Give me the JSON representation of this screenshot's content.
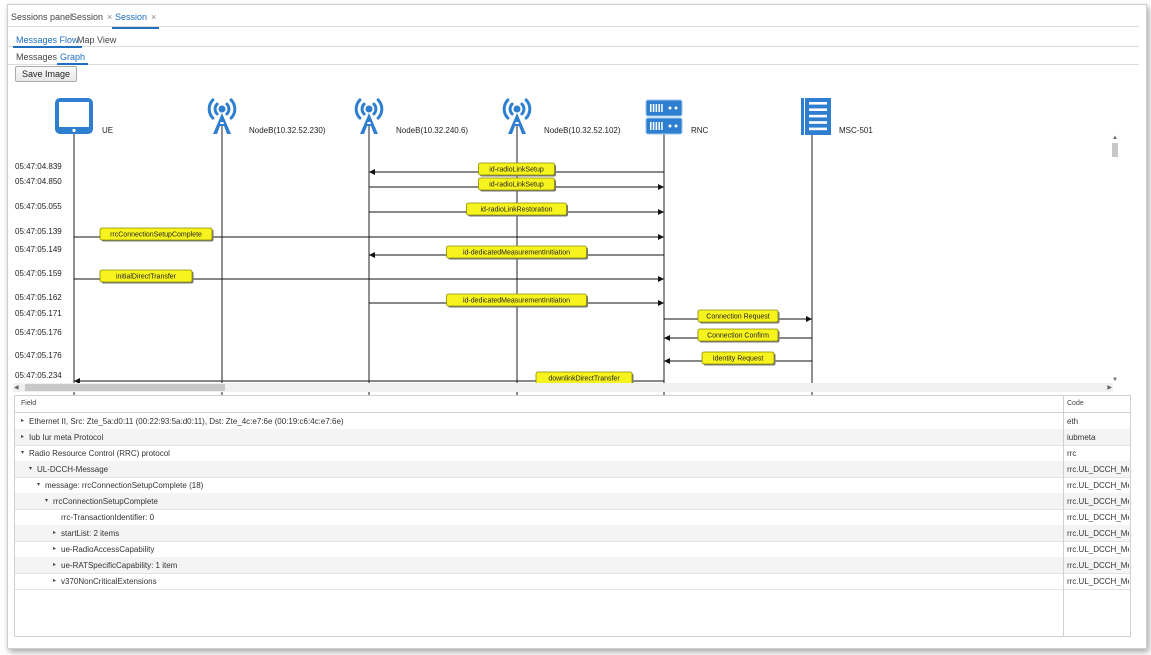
{
  "tabs": [
    {
      "label": "Sessions panel",
      "closable": false,
      "active": false
    },
    {
      "label": "Session",
      "closable": true,
      "active": false
    },
    {
      "label": "Session",
      "closable": true,
      "active": true
    }
  ],
  "close_glyph": "×",
  "view_tabs": [
    {
      "label": "Messages Flow",
      "active": true
    },
    {
      "label": "Map View",
      "active": false
    }
  ],
  "sub_tabs": [
    {
      "label": "Messages",
      "active": false
    },
    {
      "label": "Graph",
      "active": true
    }
  ],
  "toolbar": {
    "save_label": "Save Image"
  },
  "graph": {
    "colors": {
      "icon": "#2f7fd0",
      "label_fill": "#f7f31e",
      "label_stroke": "#8a8a00"
    },
    "entities": [
      {
        "name": "UE",
        "icon": "phone-icon"
      },
      {
        "name": "NodeB(10.32.52.230)",
        "icon": "antenna-icon"
      },
      {
        "name": "NodeB(10.32.240.6)",
        "icon": "antenna-icon"
      },
      {
        "name": "NodeB(10.32.52.102)",
        "icon": "antenna-icon"
      },
      {
        "name": "RNC",
        "icon": "server-icon"
      },
      {
        "name": "MSC-501",
        "icon": "rack-icon"
      }
    ],
    "messages": [
      {
        "time": "05:47:04.839",
        "label": "id-radioLinkSetup",
        "from": 4,
        "to": 2
      },
      {
        "time": "05:47:04.850",
        "label": "id-radioLinkSetup",
        "from": 2,
        "to": 4
      },
      {
        "time": "05:47:05.055",
        "label": "id-radioLinkRestoration",
        "from": 2,
        "to": 4
      },
      {
        "time": "05:47:05.139",
        "label": "rrcConnectionSetupComplete",
        "from": 0,
        "to": 4
      },
      {
        "time": "05:47:05.149",
        "label": "id-dedicatedMeasurementInitiation",
        "from": 4,
        "to": 2
      },
      {
        "time": "05:47:05.159",
        "label": "initialDirectTransfer",
        "from": 0,
        "to": 4
      },
      {
        "time": "05:47:05.162",
        "label": "id-dedicatedMeasurementInitiation",
        "from": 2,
        "to": 4
      },
      {
        "time": "05:47:05.171",
        "label": "Connection Request",
        "from": 4,
        "to": 5
      },
      {
        "time": "05:47:05.176",
        "label": "Connection Confirm",
        "from": 5,
        "to": 4
      },
      {
        "time": "05:47:05.176",
        "label": "Identity Request",
        "from": 5,
        "to": 4
      },
      {
        "time": "05:47:05.234",
        "label": "downlinkDirectTransfer",
        "from": 4,
        "to": 0
      }
    ]
  },
  "tree": {
    "headers": {
      "field": "Field",
      "code": "Code"
    },
    "rows": [
      {
        "caret": "▸",
        "level": 0,
        "field": "Ethernet II, Src: Zte_5a:d0:11 (00:22:93:5a:d0:11), Dst: Zte_4c:e7:6e (00:19:c6:4c:e7:6e)",
        "code": "eth"
      },
      {
        "caret": "▸",
        "level": 0,
        "field": "Iub Iur meta Protocol",
        "code": "iubmeta"
      },
      {
        "caret": "▾",
        "level": 0,
        "field": "Radio Resource Control (RRC) protocol",
        "code": "rrc"
      },
      {
        "caret": "▾",
        "level": 1,
        "field": "UL-DCCH-Message",
        "code": "rrc.UL_DCCH_Message"
      },
      {
        "caret": "▾",
        "level": 2,
        "field": "message: rrcConnectionSetupComplete (18)",
        "code": "rrc.UL_DCCH_Message"
      },
      {
        "caret": "▾",
        "level": 3,
        "field": "rrcConnectionSetupComplete",
        "code": "rrc.UL_DCCH_Message"
      },
      {
        "caret": "",
        "level": 4,
        "field": "rrc-TransactionIdentifier: 0",
        "code": "rrc.UL_DCCH_Message"
      },
      {
        "caret": "▸",
        "level": 4,
        "field": "startList: 2 items",
        "code": "rrc.UL_DCCH_Message"
      },
      {
        "caret": "▸",
        "level": 4,
        "field": "ue-RadioAccessCapability",
        "code": "rrc.UL_DCCH_Message"
      },
      {
        "caret": "▸",
        "level": 4,
        "field": "ue-RATSpecificCapability: 1 item",
        "code": "rrc.UL_DCCH_Message"
      },
      {
        "caret": "▸",
        "level": 4,
        "field": "v370NonCriticalExtensions",
        "code": "rrc.UL_DCCH_Message"
      }
    ]
  }
}
